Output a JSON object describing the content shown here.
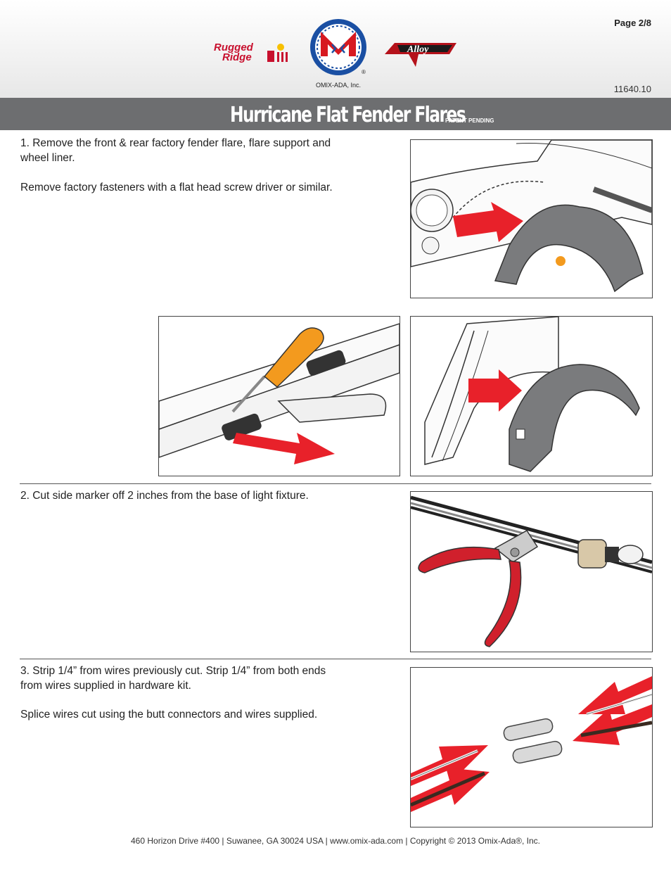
{
  "header": {
    "page_label": "Page 2/8",
    "doc_number": "11640.10",
    "logos": {
      "left": "Rugged Ridge",
      "center": "OMIX-ADA, Inc.",
      "right": "Alloy"
    }
  },
  "title": {
    "main": "Hurricane Flat Fender Flares",
    "tag": "PATENT PENDING"
  },
  "steps": [
    {
      "line1": "1.   Remove the front & rear factory fender flare, flare support and",
      "line2": "wheel liner.",
      "note": "Remove factory fasteners with a flat head screw driver or similar."
    },
    {
      "line1": "2. Cut side marker off 2 inches from the base of light fixture."
    },
    {
      "line1": "3.   Strip 1/4” from wires previously cut. Strip 1/4” from both ends",
      "line2": "from wires supplied in hardware kit.",
      "note": "Splice wires cut using the butt connectors and wires supplied."
    }
  ],
  "footer": {
    "text": "460 Horizon Drive #400   |   Suwanee, GA 30024 USA   |   www.omix-ada.com   |   Copyright © 2013 Omix-Ada®, Inc."
  },
  "colors": {
    "title_bar": "#6d6e70",
    "arrow_red": "#e8212a",
    "flare_gray": "#7a7b7d",
    "handle_orange": "#f39a1e"
  }
}
